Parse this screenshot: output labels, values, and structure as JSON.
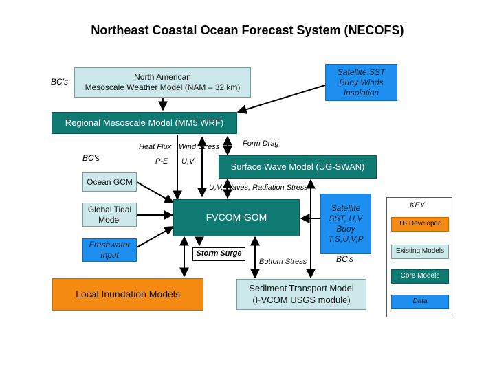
{
  "title": "Northeast Coastal Ocean Forecast System (NECOFS)",
  "boxes": {
    "nam": [
      "North American",
      "Mesoscale Weather Model (NAM – 32 km)"
    ],
    "satellite_top": [
      "Satellite SST",
      "Buoy Winds",
      "Insolation"
    ],
    "regional": "Regional Mesoscale Model (MM5,WRF)",
    "surface_wave": "Surface Wave Model (UG-SWAN)",
    "ocean_gcm": "Ocean GCM",
    "global_tidal": [
      "Global Tidal",
      "Model"
    ],
    "freshwater": [
      "Freshwater",
      "Input"
    ],
    "fvcom": "FVCOM-GOM",
    "satellite_right": [
      "Satellite",
      "SST, U,V",
      "Buoy",
      "T,S,U,V,P"
    ],
    "storm_surge": "Storm Surge",
    "local_inundation": "Local Inundation Models",
    "sediment": [
      "Sediment Transport Model",
      "(FVCOM USGS module)"
    ]
  },
  "labels": {
    "bcs_top": "BC's",
    "bcs_left": "BC's",
    "bcs_right": "BC's",
    "heat_flux": "Heat Flux",
    "pe": "P-E",
    "wind_stress": "Wind Stress",
    "uv": "U,V",
    "form_drag": "Form Drag",
    "uv_waves": "U,V, Waves, Radiation Stress",
    "bottom_stress": "Bottom Stress"
  },
  "key": {
    "title": "KEY",
    "tb": "TB Developed",
    "existing": "Existing Models",
    "core": "Core Models",
    "data": "Data"
  },
  "colors": {
    "existing": "#cce8ea",
    "core": "#0f7a72",
    "data": "#1d8ff0",
    "tb_developed": "#f58a12"
  }
}
